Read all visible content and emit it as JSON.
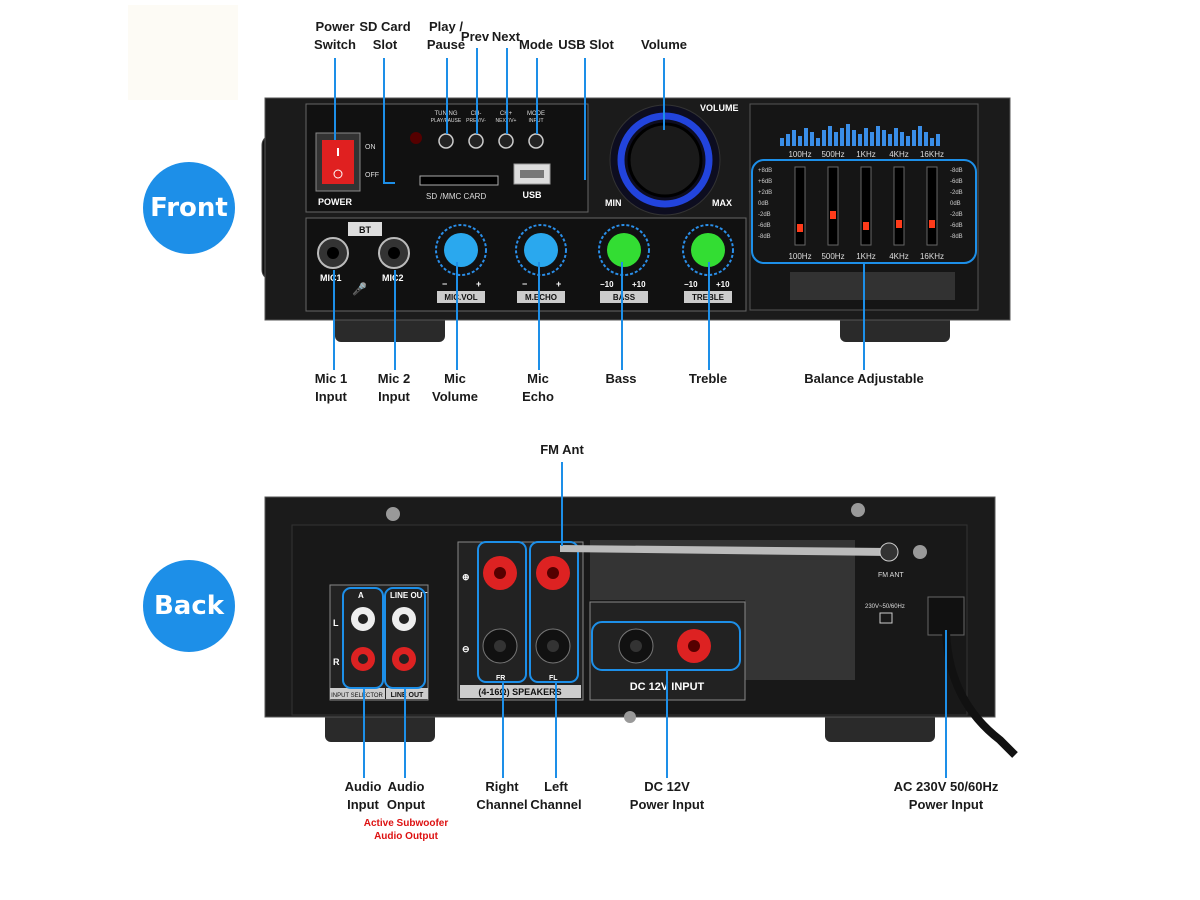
{
  "badges": {
    "front": "Front",
    "back": "Back"
  },
  "front_labels": {
    "power_switch": [
      "Power",
      "Switch"
    ],
    "sd_card": [
      "SD  Card",
      "Slot"
    ],
    "play_pause": [
      "Play /",
      "Pause"
    ],
    "prev": "Prev",
    "next": "Next",
    "mode": "Mode",
    "usb_slot": "USB Slot",
    "volume": "Volume",
    "mic1_input": [
      "Mic 1",
      "Input"
    ],
    "mic2_input": [
      "Mic 2",
      "Input"
    ],
    "mic_volume": [
      "Mic",
      "Volume"
    ],
    "mic_echo": [
      "Mic",
      "Echo"
    ],
    "bass": "Bass",
    "treble": "Treble",
    "balance": "Balance Adjustable"
  },
  "back_labels": {
    "fm_ant": "FM Ant",
    "audio_input": [
      "Audio",
      "Input"
    ],
    "audio_output": [
      "Audio",
      "Onput"
    ],
    "subwoofer_note": [
      "Active Subwoofer",
      "Audio Output"
    ],
    "right_channel": [
      "Right",
      "Channel"
    ],
    "left_channel": [
      "Left",
      "Channel"
    ],
    "dc_input": [
      "DC 12V",
      "Power Input"
    ],
    "ac_input": [
      "AC 230V 50/60Hz",
      "Power Input"
    ]
  },
  "panel_text": {
    "on": "ON",
    "off": "OFF",
    "power": "POWER",
    "tuning": [
      "TUNING",
      "PLAY/PAUSE"
    ],
    "ch_minus": [
      "CH-",
      "PREV/V-"
    ],
    "ch_plus": [
      "CH+",
      "NEXT/V+"
    ],
    "mode_input": [
      "MODE",
      "INPUT"
    ],
    "sd_mmc": "/MMC CARD",
    "usb": "USB",
    "volume": "VOLUME",
    "min": "MIN",
    "max": "MAX",
    "bt": "BT",
    "mic1": "MIC1",
    "mic2": "MIC2",
    "mic_vol": "MIC.VOL",
    "m_echo": "M.ECHO",
    "bass": "BASS",
    "treble": "TREBLE",
    "minus": "−",
    "plus": "+",
    "minus10": "−10",
    "plus10": "+10",
    "eq_freqs": [
      "100Hz",
      "500Hz",
      "1KHz",
      "4KHz",
      "16KHz"
    ],
    "eq_db_left": [
      "+8dB",
      "+6dB",
      "+2dB",
      "0dB",
      "-2dB",
      "-6dB",
      "-8dB"
    ],
    "eq_db_right": [
      "-8dB",
      "-6dB",
      "-2dB",
      "0dB",
      "-2dB",
      "-6dB",
      "-8dB"
    ],
    "line_out": "LINE OUT",
    "input_selector": "INPUT SELECTOR",
    "a": "A",
    "l": "L",
    "r": "R",
    "fr": "FR",
    "fl": "FL",
    "speakers": "(4-16Ω) SPEAKERS",
    "dc_12v_input": "DC 12V INPUT",
    "fm_ant": "FM ANT",
    "ac_spec": "230V~50/60Hz"
  },
  "colors": {
    "accent": "#1d8fe8",
    "panel": "#1b1b1b",
    "note_red": "#dd1111",
    "led_green": "#33dd33",
    "knob_blue": "#2aa8ee",
    "eq_blue": "#3a8ee8"
  }
}
